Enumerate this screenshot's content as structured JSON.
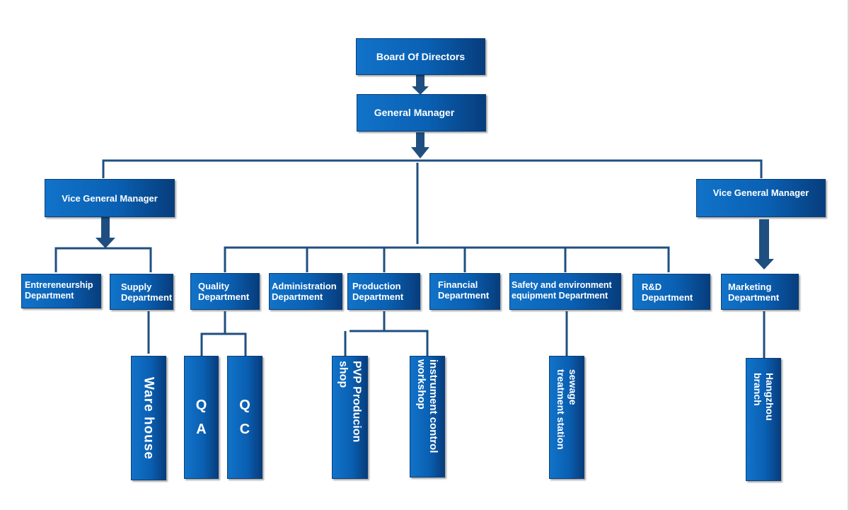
{
  "org_chart": {
    "board": "Board Of Directors",
    "general_manager": "General Manager",
    "vice_gm_left": "Vice General Manager",
    "vice_gm_right": "Vice General Manager",
    "departments": {
      "entrepreneurship": "Entrereneurship\nDepartment",
      "supply": "Supply\nDepartment",
      "quality": "Quality\nDepartment",
      "administration": "Administration\nDepartment",
      "production": "Production\nDepartment",
      "financial": "Financial\nDepartment",
      "safety": "Safety and environment\nequipment Department",
      "rnd": "R&D\nDepartment",
      "marketing": "Marketing\nDepartment"
    },
    "units": {
      "warehouse": "Ware house",
      "qa": "Q\nA",
      "qc": "Q\nC",
      "pvp": "PVP Producion\nshop",
      "instrument": "instrument control\nworkshop",
      "sewage": "sewage\ntreatment station",
      "hangzhou": "Hangzhou\nbranch"
    }
  },
  "colors": {
    "box_light": "#1173c9",
    "box_dark": "#073d7d",
    "connector": "#1f4f80"
  }
}
